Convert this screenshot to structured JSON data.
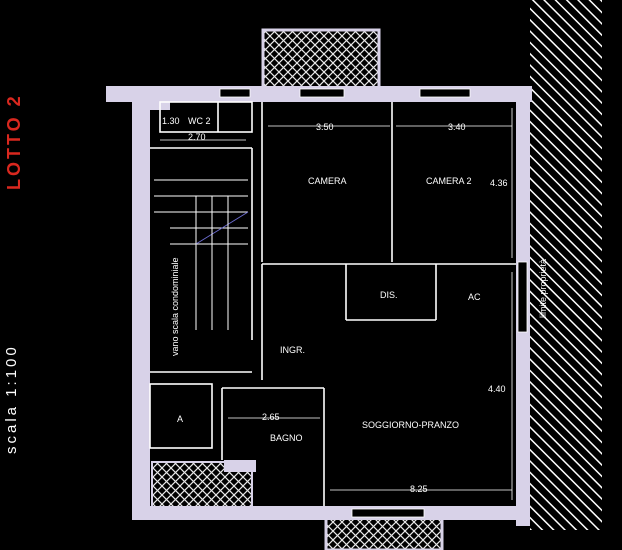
{
  "sheet": {
    "lot_label": "LOTTO 2",
    "scale_label": "scala 1:100"
  },
  "rooms": {
    "camera": "CAMERA",
    "camera2": "CAMERA 2",
    "dis": "DIS.",
    "ac": "AC",
    "ingr": "INGR.",
    "soggiorno": "SOGGIORNO-PRANZO",
    "bagno": "BAGNO",
    "wc2": "WC 2",
    "area_a": "A",
    "vano_scala": "vano scala condominiale",
    "limite": "limite proprietà"
  },
  "dimensions": {
    "d_130": "1.30",
    "d_270": "2.70",
    "d_350": "3.50",
    "d_340": "3.40",
    "d_436": "4.36",
    "d_440": "4.40",
    "d_265": "2.65",
    "d_825": "8.25"
  },
  "colors": {
    "background": "#000000",
    "wall": "#d8d2e8",
    "line": "#ffffff",
    "accent_red": "#d9281f"
  }
}
